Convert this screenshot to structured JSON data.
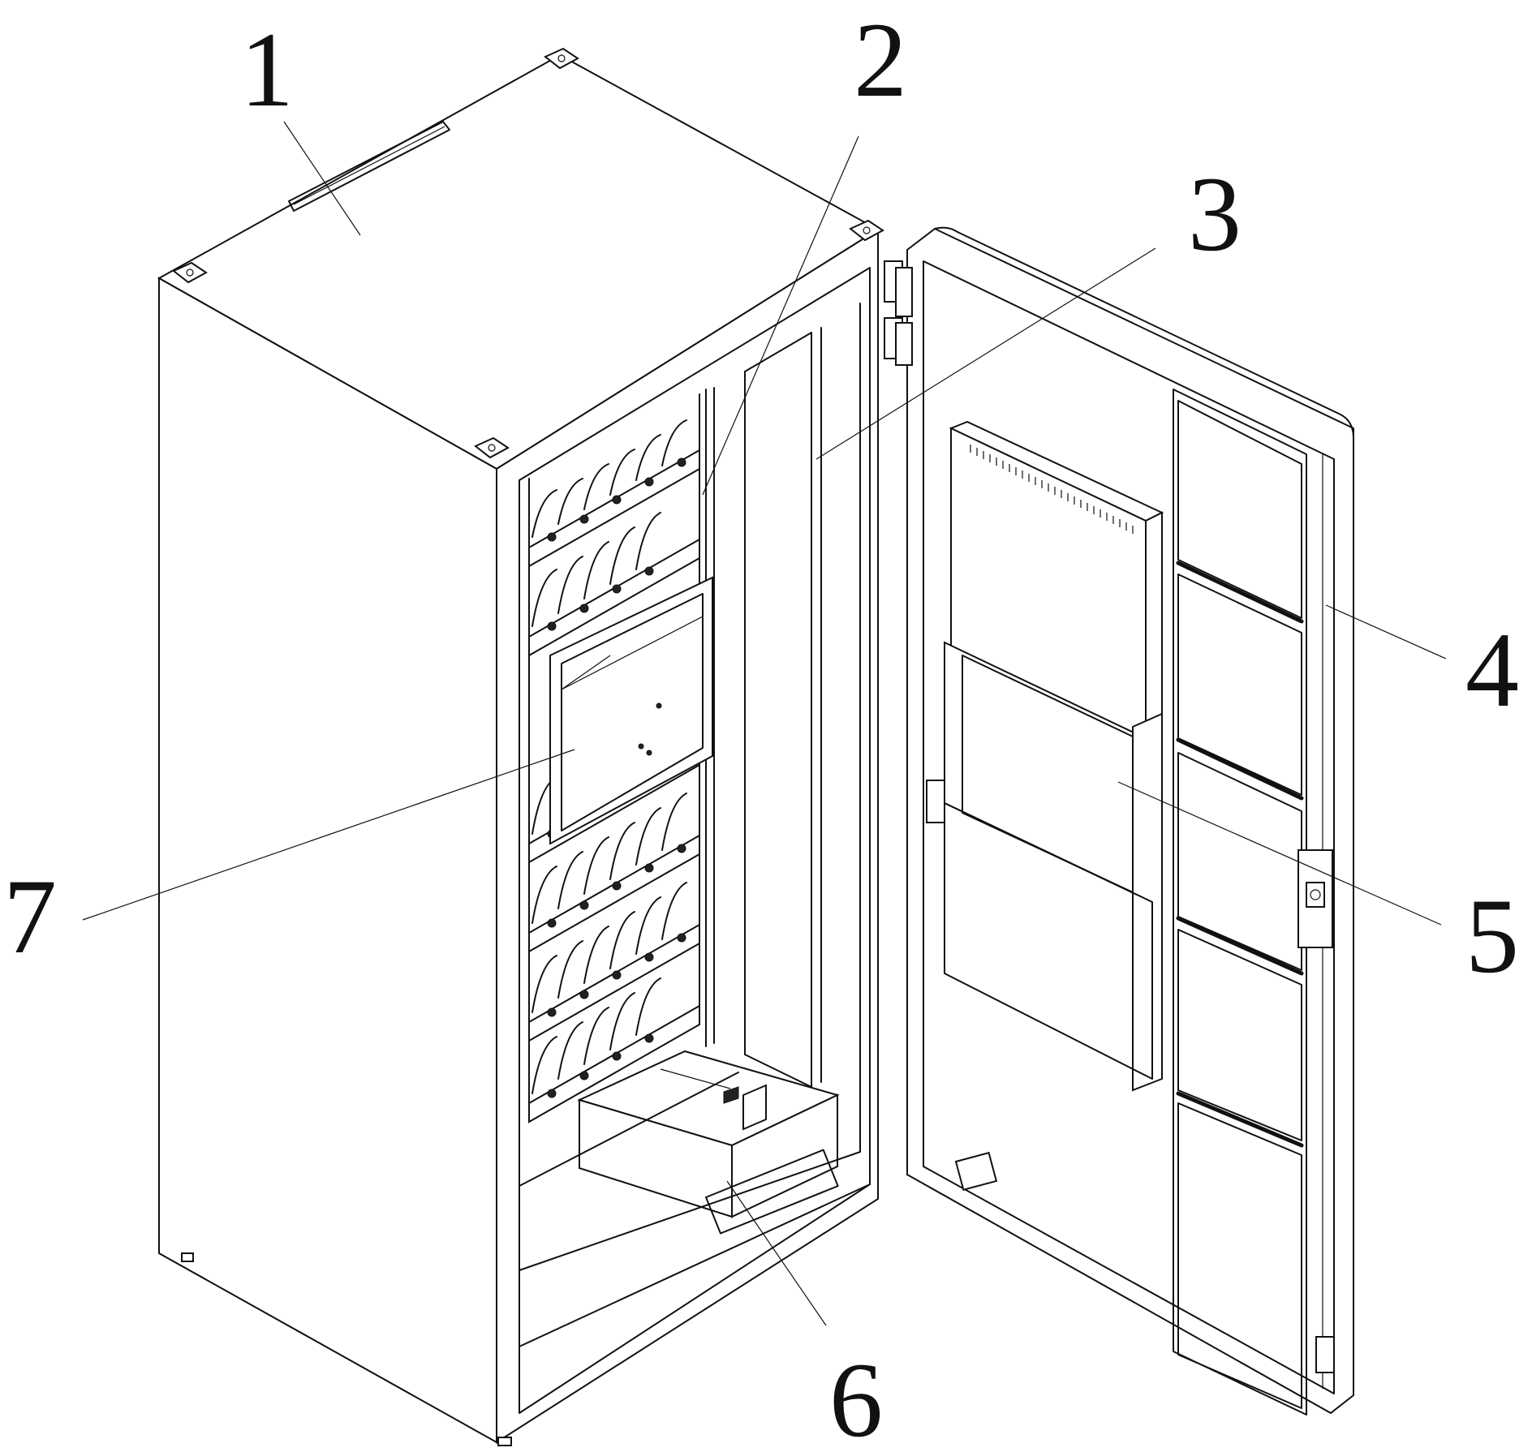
{
  "figure": {
    "callouts": [
      {
        "id": "1",
        "label": "1"
      },
      {
        "id": "2",
        "label": "2"
      },
      {
        "id": "3",
        "label": "3"
      },
      {
        "id": "4",
        "label": "4"
      },
      {
        "id": "5",
        "label": "5"
      },
      {
        "id": "6",
        "label": "6"
      },
      {
        "id": "7",
        "label": "7"
      }
    ]
  }
}
